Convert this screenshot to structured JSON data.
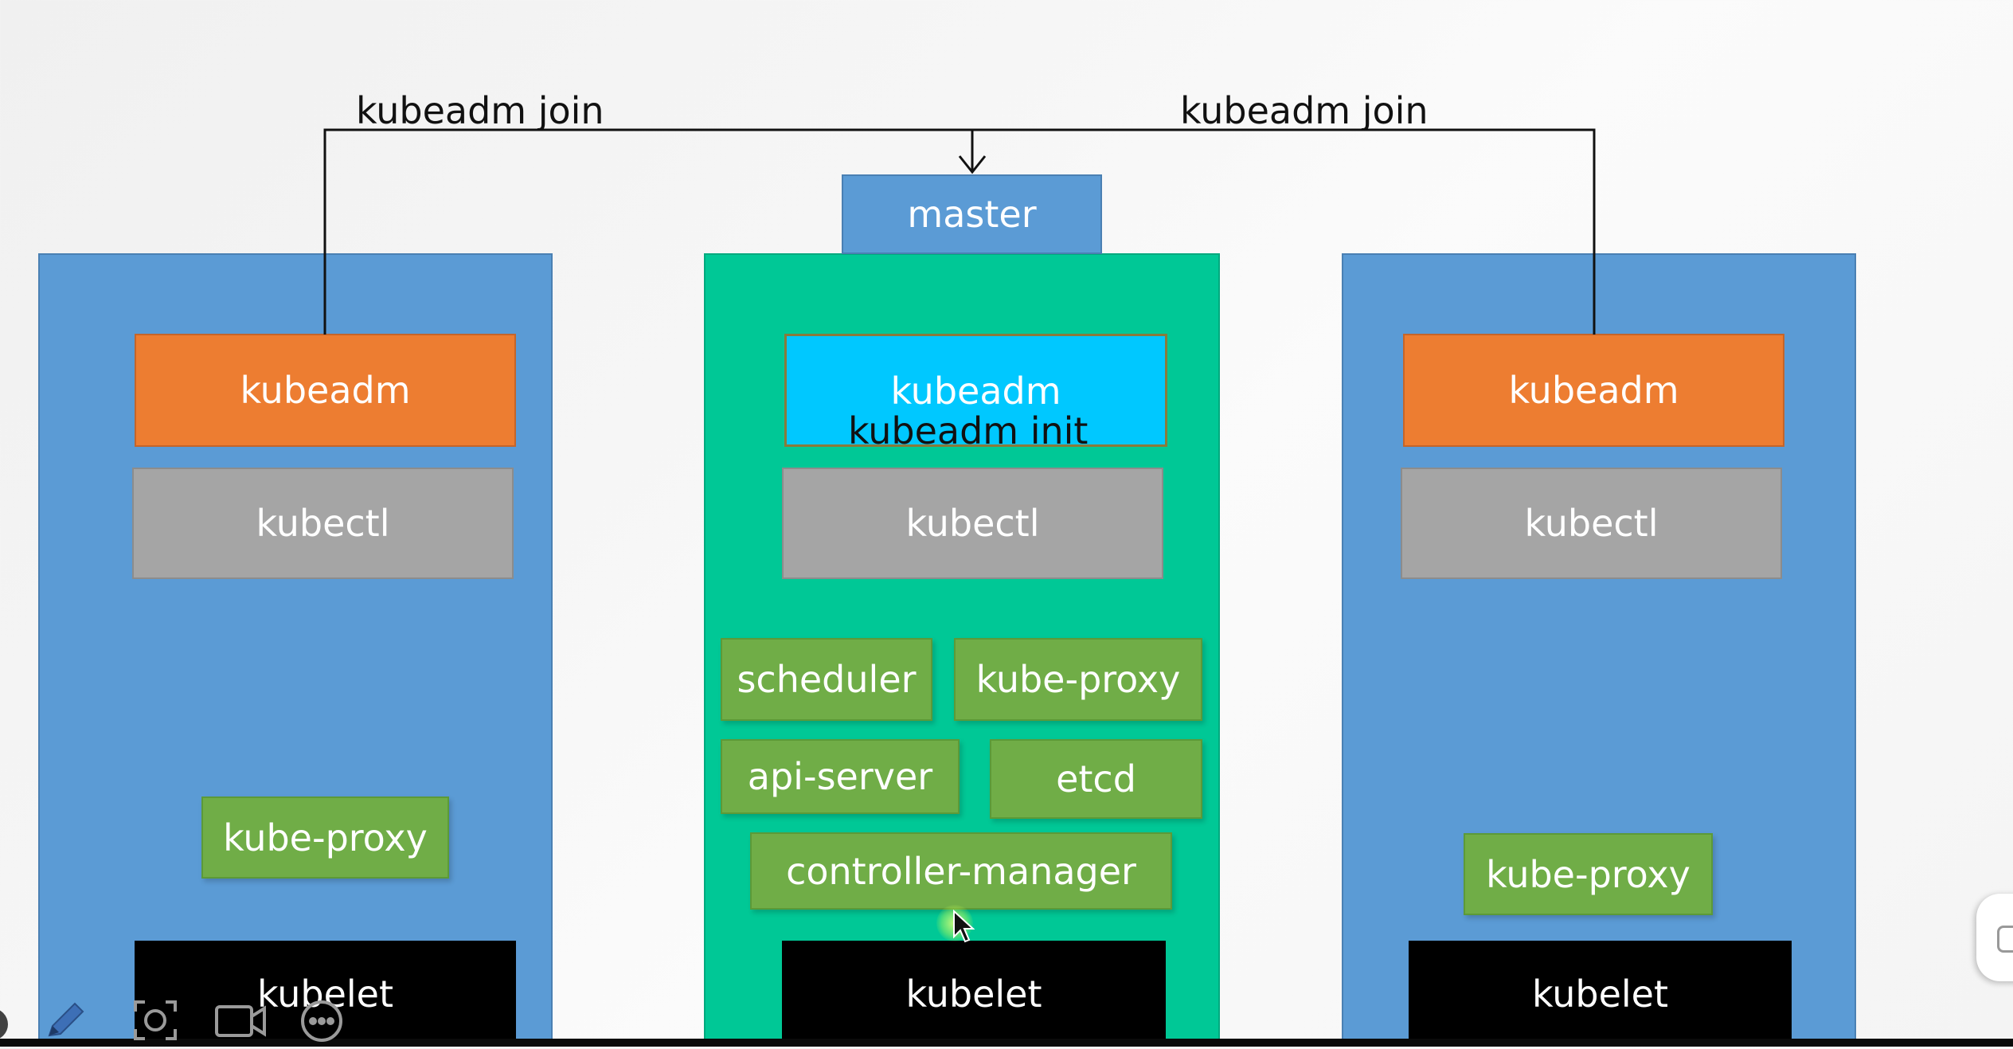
{
  "edges": {
    "left_join_label": "kubeadm join",
    "right_join_label": "kubeadm join"
  },
  "master": {
    "tag_label": "master",
    "kubeadm_label": "kubeadm",
    "init_label": "kubeadm init",
    "kubectl_label": "kubectl",
    "components": {
      "scheduler": "scheduler",
      "kube_proxy": "kube-proxy",
      "api_server": "api-server",
      "etcd": "etcd",
      "controller_manager": "controller-manager"
    },
    "kubelet_label": "kubelet"
  },
  "left_node": {
    "kubeadm_label": "kubeadm",
    "kubectl_label": "kubectl",
    "kube_proxy_label": "kube-proxy",
    "kubelet_label": "kubelet"
  },
  "right_node": {
    "kubeadm_label": "kubeadm",
    "kubectl_label": "kubectl",
    "kube_proxy_label": "kube-proxy",
    "kubelet_label": "kubelet"
  },
  "colors": {
    "worker_panel": "#5b9bd5",
    "master_panel": "#00c896",
    "kubeadm_worker": "#ed7d31",
    "kubeadm_master": "#00c8ff",
    "kubectl": "#a5a5a5",
    "component": "#70ad47",
    "kubelet": "#000000"
  },
  "toolbar": {
    "icons": [
      "pen-icon",
      "screenshot-icon",
      "camera-icon",
      "more-icon"
    ]
  }
}
